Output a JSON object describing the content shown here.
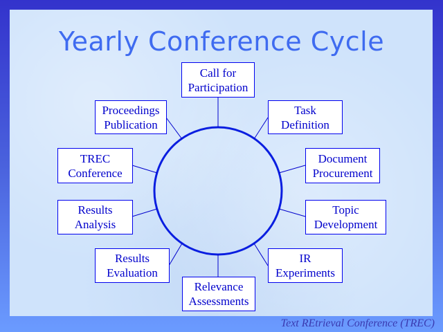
{
  "title": "Yearly Conference Cycle",
  "footer": "Text REtrieval Conference (TREC)",
  "nodes": [
    {
      "l1": "Call for",
      "l2": "Participation"
    },
    {
      "l1": "Task",
      "l2": "Definition"
    },
    {
      "l1": "Document",
      "l2": "Procurement"
    },
    {
      "l1": "Topic",
      "l2": "Development"
    },
    {
      "l1": "IR",
      "l2": "Experiments"
    },
    {
      "l1": "Relevance",
      "l2": "Assessments"
    },
    {
      "l1": "Results",
      "l2": "Evaluation"
    },
    {
      "l1": "Results",
      "l2": "Analysis"
    },
    {
      "l1": "TREC",
      "l2": "Conference"
    },
    {
      "l1": "Proceedings",
      "l2": "Publication"
    }
  ]
}
